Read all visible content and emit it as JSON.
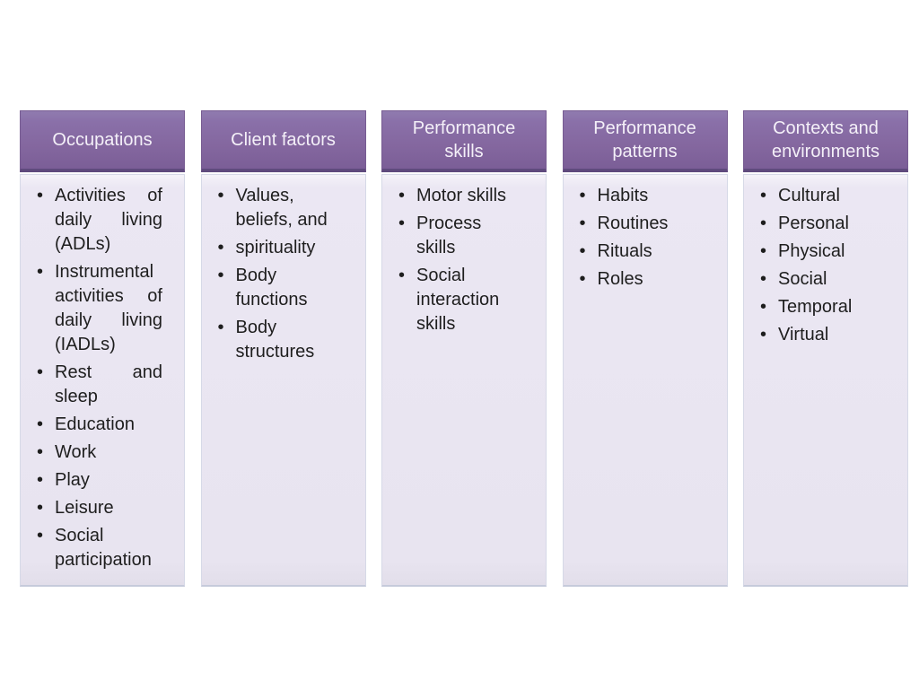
{
  "slide": {
    "background_color": "#ffffff",
    "header_fill_color": "#84679f",
    "header_border_color": "#5f4a7d",
    "header_text_color": "#f4f0f8",
    "body_fill_color": "#e8e4f0",
    "body_border_color": "#d6d9e7",
    "body_text_color": "#1e1e1e",
    "bullet_char": "•",
    "columns": [
      {
        "id": "occupations",
        "header": "Occupations",
        "justified": true,
        "items": [
          "Activities of daily living (ADLs)",
          "Instrumental activities of daily living (IADLs)",
          "Rest and sleep",
          "Education",
          "Work",
          "Play",
          "Leisure",
          "Social participation"
        ]
      },
      {
        "id": "client-factors",
        "header": "Client factors",
        "justified": false,
        "items": [
          "Values, beliefs, and",
          "spirituality",
          "Body functions",
          "Body structures"
        ]
      },
      {
        "id": "performance-skills",
        "header": "Performance skills",
        "justified": false,
        "items": [
          "Motor skills",
          "Process skills",
          "Social interaction skills"
        ]
      },
      {
        "id": "performance-patterns",
        "header": "Performance patterns",
        "justified": false,
        "items": [
          "Habits",
          "Routines",
          "Rituals",
          "Roles"
        ]
      },
      {
        "id": "contexts-environments",
        "header": "Contexts and environments",
        "justified": false,
        "items": [
          "Cultural",
          "Personal",
          "Physical",
          "Social",
          "Temporal",
          "Virtual"
        ]
      }
    ]
  }
}
